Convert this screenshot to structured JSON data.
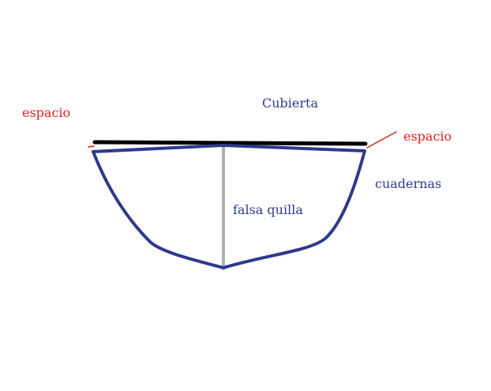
{
  "labels": {
    "cubierta": "Cubierta",
    "espacio_left": "espacio",
    "espacio_right": "espacio",
    "cuadernas": "cuadernas",
    "falsa_quilla": "falsa quilla"
  },
  "colors": {
    "background": "#ffffff",
    "hull": "#2e3a8c",
    "deck": "#000000",
    "keel": "#b0b0b0",
    "annotation_red": "#e02020",
    "annotation_blue": "#2e3a8c"
  }
}
